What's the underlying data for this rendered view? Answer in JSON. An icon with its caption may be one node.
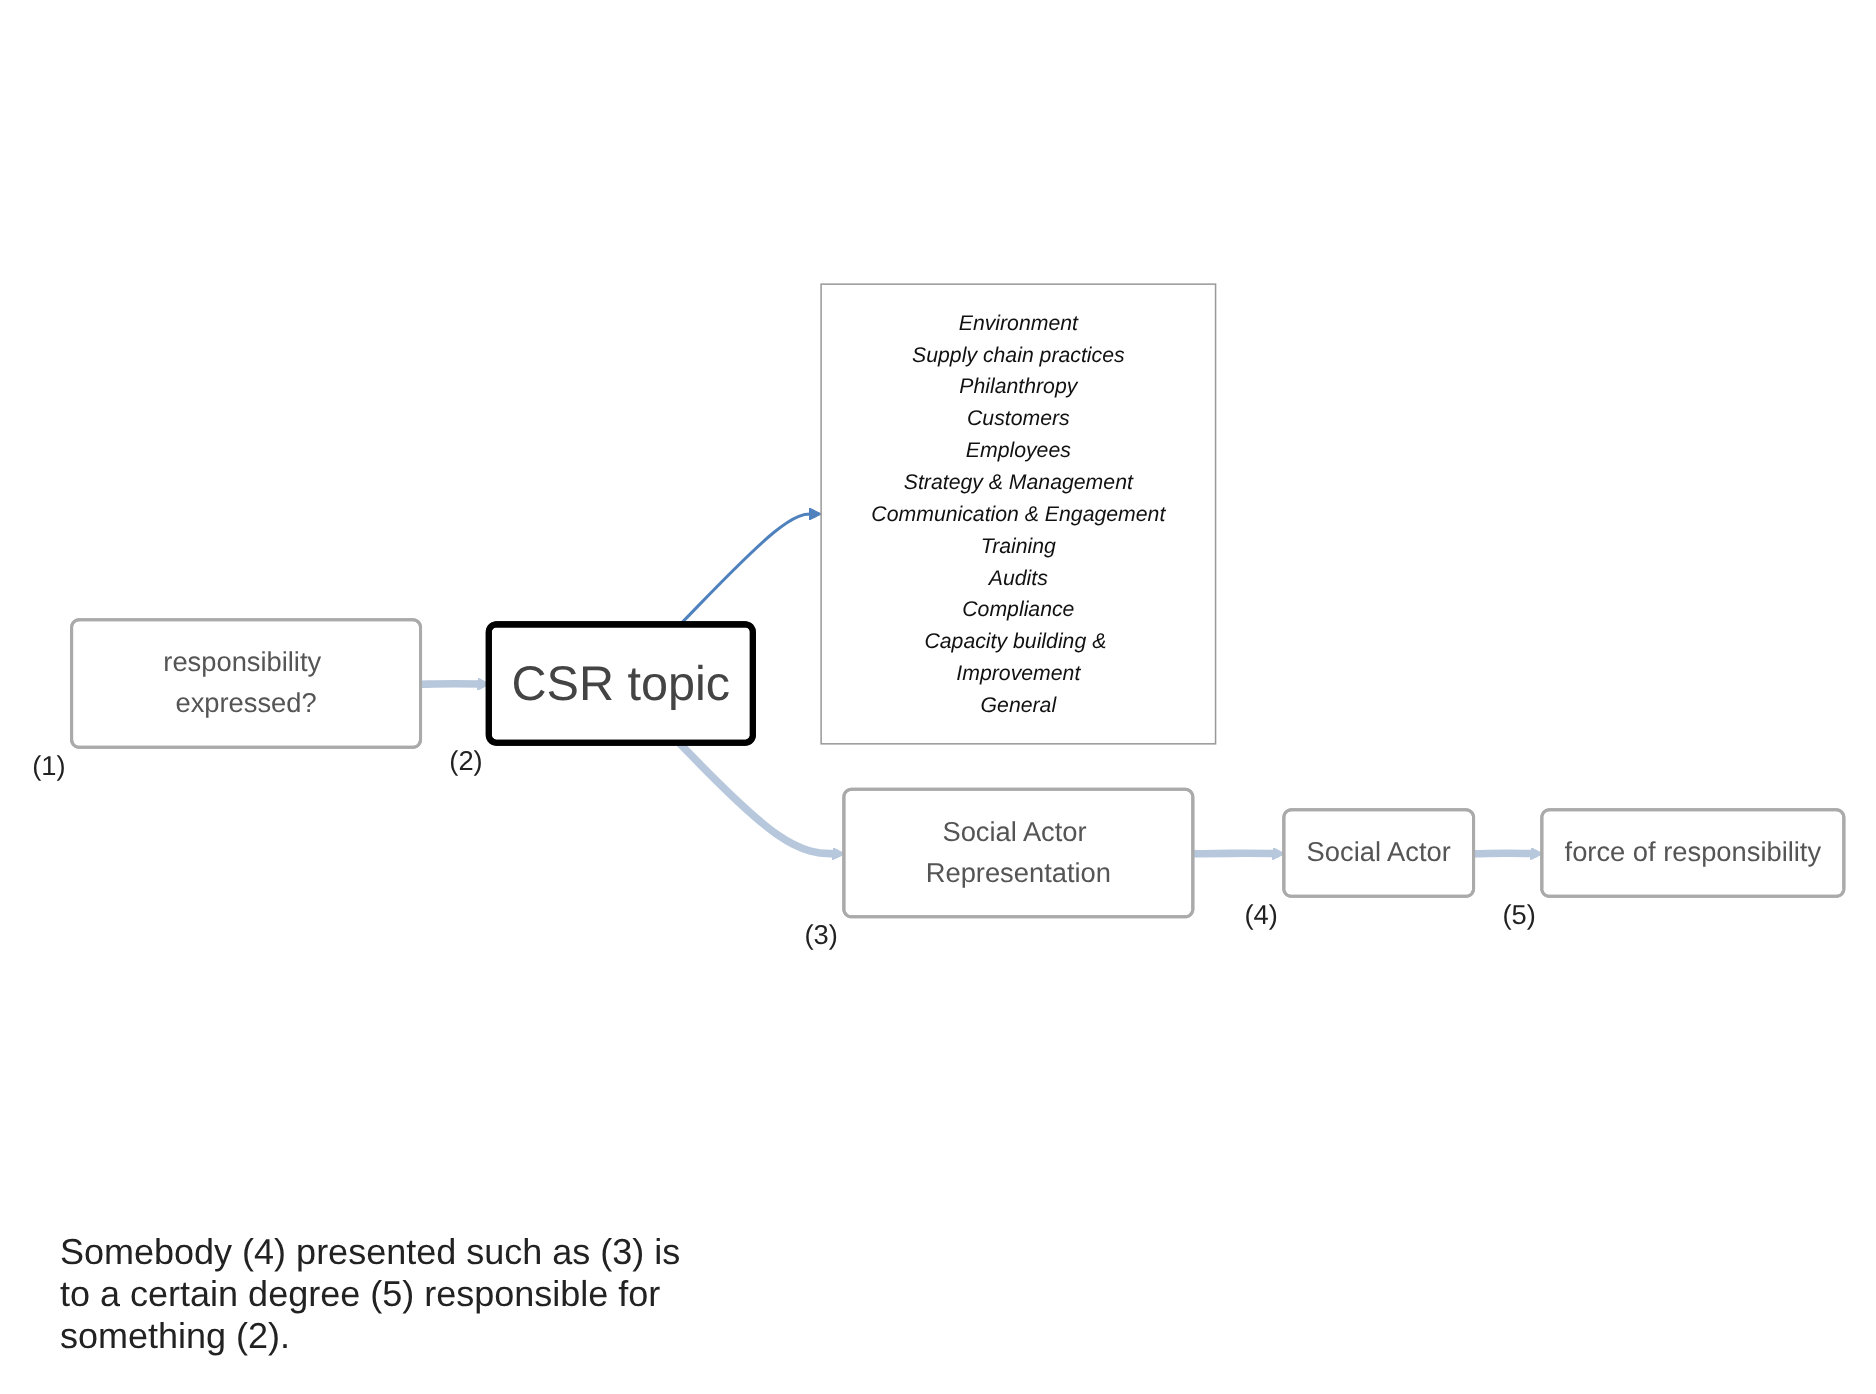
{
  "diagram": {
    "nodes": [
      {
        "text": [
          "responsibility expressed?"
        ],
        "beside": [
          "(1)"
        ]
      },
      {
        "text": [
          "CSR topic"
        ],
        "beside": [
          "(2)"
        ]
      },
      {
        "text": [
          "Environment",
          "Supply chain practices",
          "Philanthropy",
          "Customers",
          "Employees",
          "Strategy & Management",
          "Communication & Engagement",
          "Training",
          "Audits",
          "Compliance",
          "Capacity building & Improvement",
          "General"
        ]
      },
      {
        "text": [
          "Social Actor Representation"
        ],
        "beside": [
          "(3)"
        ]
      },
      {
        "text": [
          "Social Actor"
        ],
        "beside": [
          "(4)"
        ]
      },
      {
        "text": [
          "force of responsibility"
        ],
        "beside": [
          "(5)"
        ]
      }
    ],
    "edges": [
      {
        "from": 0,
        "to": 1,
        "arrow": "to"
      },
      {
        "from": 1,
        "to": 2,
        "arrow": "to",
        "color": "#4f81bd"
      },
      {
        "from": 1,
        "to": 3,
        "arrow": "to"
      },
      {
        "from": 3,
        "to": 4,
        "arrow": "to"
      },
      {
        "from": 4,
        "to": 5,
        "arrow": "to"
      }
    ],
    "labels": [
      "Somebody (4) presented such as (3) is to a certain degree (5) responsible for something (2)."
    ]
  }
}
